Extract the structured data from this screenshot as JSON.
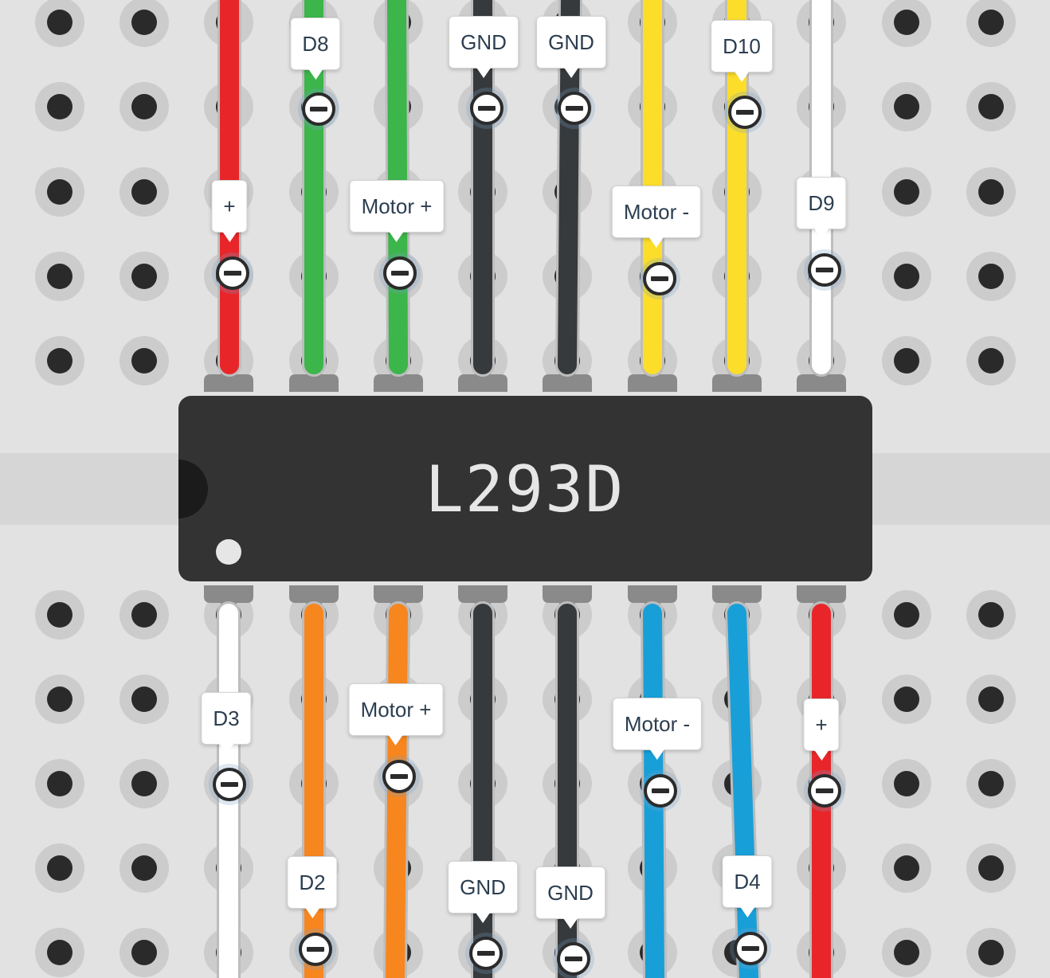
{
  "chip": {
    "label": "L293D",
    "body_color": "#333333"
  },
  "breadboard": {
    "background": "#e2e2e2",
    "hole_color": "#2a2a2a",
    "ring_color": "#cccccc",
    "channel_color": "#d6d6d6"
  },
  "colors": {
    "red": "#e8262a",
    "green": "#3cb54a",
    "black": "#363a3d",
    "yellow": "#fbdd2a",
    "white": "#ffffff",
    "orange": "#f7861e",
    "blue": "#189fd8"
  },
  "top_wires": [
    {
      "color": "red",
      "label": "+"
    },
    {
      "color": "green",
      "label": "D8"
    },
    {
      "color": "green",
      "label": "Motor +"
    },
    {
      "color": "black",
      "label": "GND"
    },
    {
      "color": "black",
      "label": "GND"
    },
    {
      "color": "yellow",
      "label": "Motor -"
    },
    {
      "color": "yellow",
      "label": "D10"
    },
    {
      "color": "white",
      "label": "D9"
    }
  ],
  "bottom_wires": [
    {
      "color": "white",
      "label": "D3"
    },
    {
      "color": "orange",
      "label": "D2"
    },
    {
      "color": "orange",
      "label": "Motor +"
    },
    {
      "color": "black",
      "label": "GND"
    },
    {
      "color": "black",
      "label": "GND"
    },
    {
      "color": "blue",
      "label": "Motor -"
    },
    {
      "color": "blue",
      "label": "D4"
    },
    {
      "color": "red",
      "label": "+"
    }
  ],
  "probe_icon": "minus-circle-icon"
}
